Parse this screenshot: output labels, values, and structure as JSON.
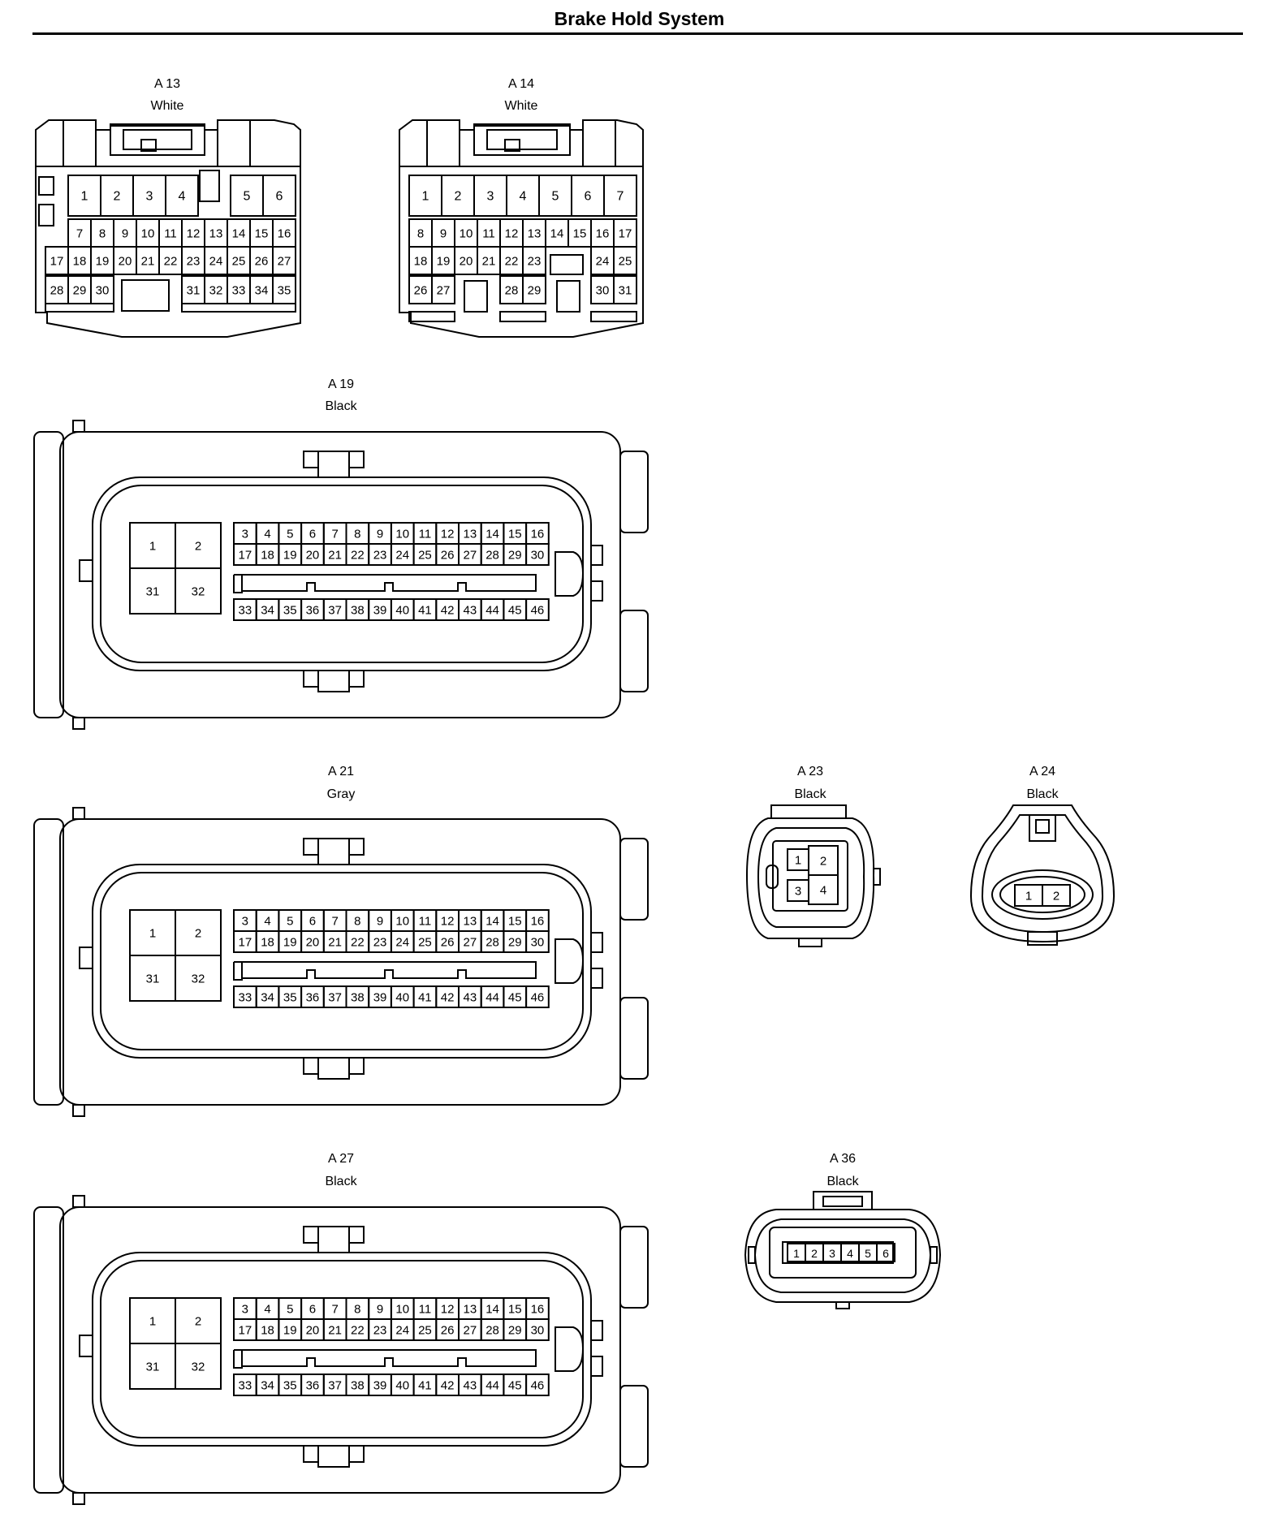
{
  "title": "Brake Hold System",
  "connectors": {
    "a13": {
      "id": "A 13",
      "color": "White"
    },
    "a14": {
      "id": "A 14",
      "color": "White"
    },
    "a19": {
      "id": "A 19",
      "color": "Black"
    },
    "a21": {
      "id": "A 21",
      "color": "Gray"
    },
    "a23": {
      "id": "A 23",
      "color": "Black"
    },
    "a24": {
      "id": "A 24",
      "color": "Black"
    },
    "a27": {
      "id": "A 27",
      "color": "Black"
    },
    "a36": {
      "id": "A 36",
      "color": "Black"
    }
  },
  "pinouts": {
    "a13": [
      [
        "1",
        "2",
        "3",
        "4",
        "",
        "5",
        "6"
      ],
      [
        "7",
        "8",
        "9",
        "10",
        "11",
        "12",
        "13",
        "14",
        "15",
        "16"
      ],
      [
        "17",
        "18",
        "19",
        "20",
        "21",
        "22",
        "23",
        "24",
        "25",
        "26",
        "27"
      ],
      [
        "28",
        "29",
        "30",
        "",
        "31",
        "32",
        "33",
        "34",
        "35"
      ]
    ],
    "a14": [
      [
        "1",
        "2",
        "3",
        "4",
        "5",
        "6",
        "7"
      ],
      [
        "8",
        "9",
        "10",
        "11",
        "12",
        "13",
        "14",
        "15",
        "16",
        "17"
      ],
      [
        "18",
        "19",
        "20",
        "21",
        "22",
        "23",
        "",
        "24",
        "25"
      ],
      [
        "26",
        "27",
        "",
        "28",
        "29",
        "",
        "30",
        "31"
      ]
    ],
    "ecu_large_pins": [
      "1",
      "2",
      "31",
      "32"
    ],
    "ecu_row1": [
      "3",
      "4",
      "5",
      "6",
      "7",
      "8",
      "9",
      "10",
      "11",
      "12",
      "13",
      "14",
      "15",
      "16"
    ],
    "ecu_row2": [
      "17",
      "18",
      "19",
      "20",
      "21",
      "22",
      "23",
      "24",
      "25",
      "26",
      "27",
      "28",
      "29",
      "30"
    ],
    "ecu_row3": [
      "33",
      "34",
      "35",
      "36",
      "37",
      "38",
      "39",
      "40",
      "41",
      "42",
      "43",
      "44",
      "45",
      "46"
    ],
    "a23": [
      "1",
      "2",
      "3",
      "4"
    ],
    "a24": [
      "1",
      "2"
    ],
    "a36": [
      "1",
      "2",
      "3",
      "4",
      "5",
      "6"
    ]
  }
}
